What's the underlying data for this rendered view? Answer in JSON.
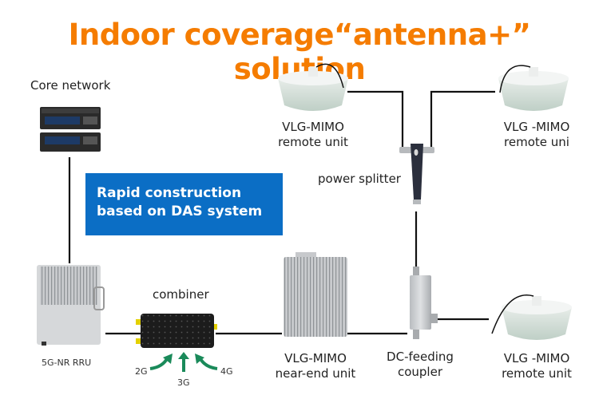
{
  "title": "Indoor coverage“antenna+” solution",
  "callout": {
    "line1": "Rapid construction",
    "line2": "based on DAS system",
    "color": "#0b6ec5"
  },
  "title_color": "#f57c00",
  "nodes": {
    "core_network": {
      "label": "Core network"
    },
    "rru": {
      "label": "5G-NR RRU"
    },
    "combiner": {
      "label": "combiner",
      "inputs": [
        "2G",
        "3G",
        "4G"
      ],
      "arrow_color": "#1a8a5a"
    },
    "near_end": {
      "line1": "VLG-MIMO",
      "line2": "near-end unit"
    },
    "coupler": {
      "line1": "DC-feeding",
      "line2": "coupler"
    },
    "splitter": {
      "label": "power splitter"
    },
    "remote_top_left": {
      "line1": "VLG-MIMO",
      "line2": "remote unit"
    },
    "remote_top_right": {
      "line1": "VLG -MIMO",
      "line2": "remote uni"
    },
    "remote_bottom_right": {
      "line1": "VLG -MIMO",
      "line2": "remote unit"
    }
  }
}
